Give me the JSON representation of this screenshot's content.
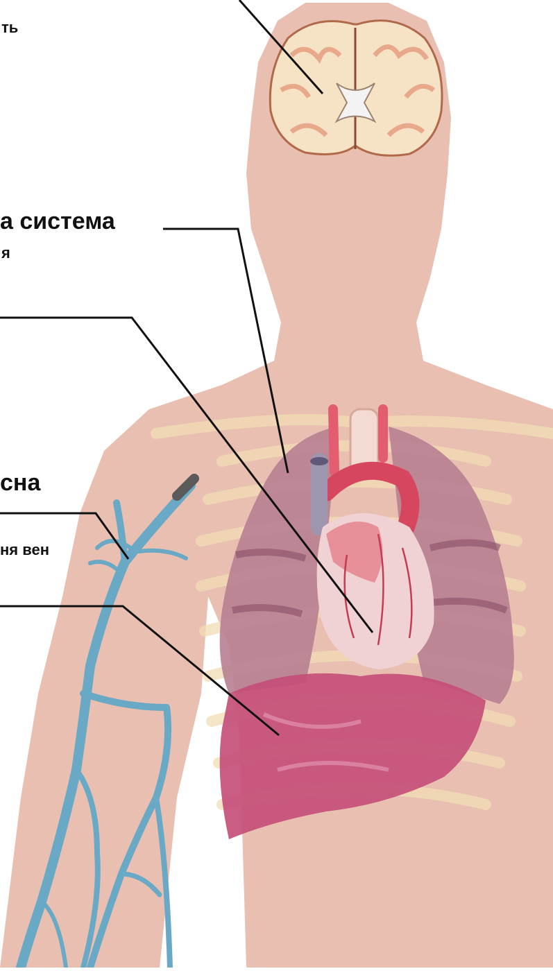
{
  "labels": {
    "brain_line": "ть",
    "cardio_title": "а система",
    "cardio_sub": "я",
    "vein_title": "сна",
    "vein_sub": "ня вен"
  },
  "colors": {
    "skin": "#e8bfb1",
    "lung": "#b87f92",
    "liver": "#c44f79",
    "heart": "#f1d2d4",
    "vein": "#6aa9c5",
    "rib": "#f2ddb5",
    "leader": "#111111"
  }
}
